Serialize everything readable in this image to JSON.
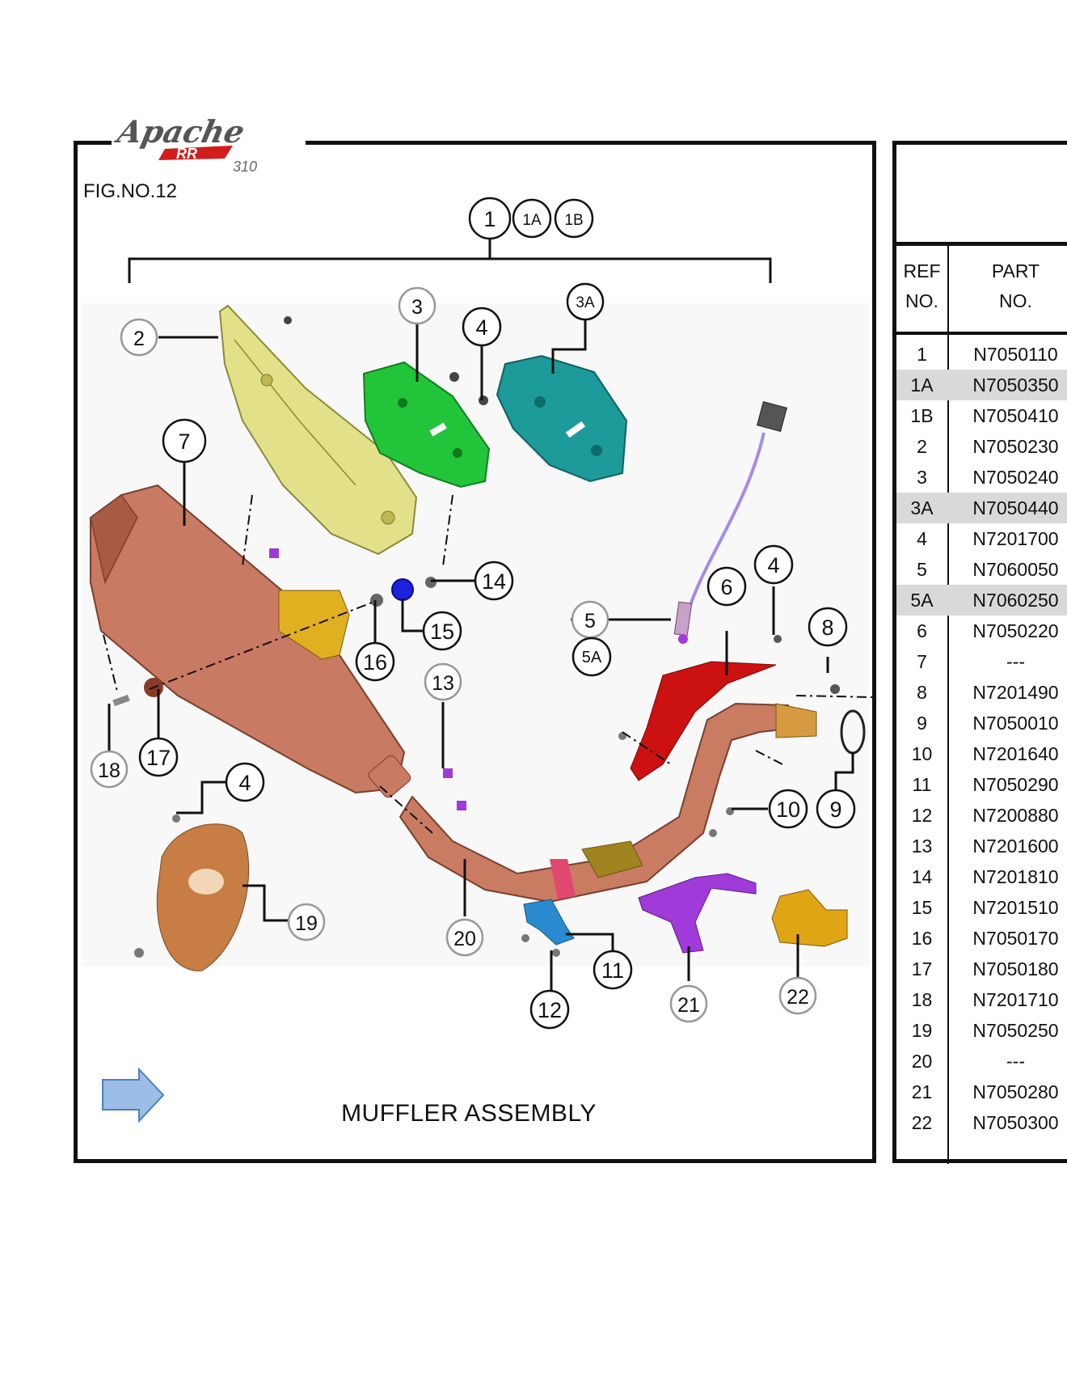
{
  "logo": {
    "brand": "Apache",
    "model": "RR",
    "number": "310"
  },
  "figure": {
    "number_label": "FIG.NO.12",
    "title": "MUFFLER ASSEMBLY"
  },
  "callouts": [
    "1",
    "1A",
    "1B",
    "2",
    "3",
    "3A",
    "4",
    "4",
    "4",
    "5",
    "5A",
    "6",
    "7",
    "8",
    "9",
    "10",
    "11",
    "12",
    "13",
    "14",
    "15",
    "16",
    "17",
    "18",
    "19",
    "20",
    "21",
    "22"
  ],
  "parts_table": {
    "headers": {
      "ref": [
        "REF",
        "NO."
      ],
      "part": [
        "PART",
        "NO."
      ]
    },
    "rows": [
      {
        "ref": "1",
        "part": "N7050110",
        "highlight": false
      },
      {
        "ref": "1A",
        "part": "N7050350",
        "highlight": true
      },
      {
        "ref": "1B",
        "part": "N7050410",
        "highlight": false
      },
      {
        "ref": "2",
        "part": "N7050230",
        "highlight": false
      },
      {
        "ref": "3",
        "part": "N7050240",
        "highlight": false
      },
      {
        "ref": "3A",
        "part": "N7050440",
        "highlight": true
      },
      {
        "ref": "4",
        "part": "N7201700",
        "highlight": false
      },
      {
        "ref": "5",
        "part": "N7060050",
        "highlight": false
      },
      {
        "ref": "5A",
        "part": "N7060250",
        "highlight": true
      },
      {
        "ref": "6",
        "part": "N7050220",
        "highlight": false
      },
      {
        "ref": "7",
        "part": "---",
        "highlight": false
      },
      {
        "ref": "8",
        "part": "N7201490",
        "highlight": false
      },
      {
        "ref": "9",
        "part": "N7050010",
        "highlight": false
      },
      {
        "ref": "10",
        "part": "N7201640",
        "highlight": false
      },
      {
        "ref": "11",
        "part": "N7050290",
        "highlight": false
      },
      {
        "ref": "12",
        "part": "N7200880",
        "highlight": false
      },
      {
        "ref": "13",
        "part": "N7201600",
        "highlight": false
      },
      {
        "ref": "14",
        "part": "N7201810",
        "highlight": false
      },
      {
        "ref": "15",
        "part": "N7201510",
        "highlight": false
      },
      {
        "ref": "16",
        "part": "N7050170",
        "highlight": false
      },
      {
        "ref": "17",
        "part": "N7050180",
        "highlight": false
      },
      {
        "ref": "18",
        "part": "N7201710",
        "highlight": false
      },
      {
        "ref": "19",
        "part": "N7050250",
        "highlight": false
      },
      {
        "ref": "20",
        "part": "---",
        "highlight": false
      },
      {
        "ref": "21",
        "part": "N7050280",
        "highlight": false
      },
      {
        "ref": "22",
        "part": "N7050300",
        "highlight": false
      }
    ]
  },
  "colors": {
    "frame": "#111111",
    "row_highlight": "#d9d9d9",
    "heat_shield_upper": "#e3e08a",
    "heat_shield_middle": "#22c53a",
    "heat_shield_teal": "#1d9a9a",
    "muffler_body": "#c87a62",
    "exhaust_pipe": "#c97c62",
    "guard_red": "#cc1111",
    "bracket_purple": "#a03ad8",
    "bracket_gold": "#e0a515",
    "end_cap": "#c77d44",
    "sensor_wire": "#a68ae8",
    "washer_blue": "#1a22dd",
    "clamp_blue": "#2a8bd0",
    "arrow_fill": "#9bbde6"
  },
  "icons": [
    "direction-arrow-icon"
  ]
}
